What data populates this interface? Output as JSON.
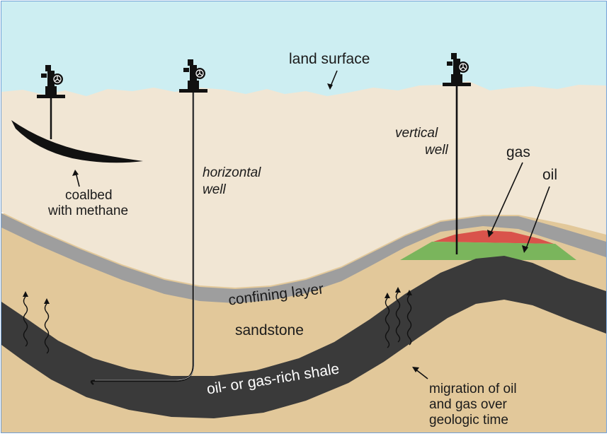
{
  "diagram": {
    "labels": {
      "land_surface": "land surface",
      "coalbed_line1": "coalbed",
      "coalbed_line2": "with methane",
      "horizontal_line1": "horizontal",
      "horizontal_line2": "well",
      "vertical_line1": "vertical",
      "vertical_line2": "well",
      "gas": "gas",
      "oil": "oil",
      "confining_layer": "confining layer",
      "sandstone": "sandstone",
      "shale": "oil- or gas-rich shale",
      "migration_line1": "migration of oil",
      "migration_line2": "and gas over",
      "migration_line3": "geologic time"
    },
    "colors": {
      "sky": "#cdeef2",
      "upper_rock": "#f1e6d4",
      "sandstone": "#e2c89a",
      "confining_layer": "#9e9e9e",
      "shale": "#3a3a3a",
      "gas": "#d9534b",
      "oil": "#7ab55c",
      "well": "#111111"
    },
    "icons": [
      "wellhead-icon",
      "valve-wheel-icon",
      "migration-arrow-icon"
    ]
  }
}
